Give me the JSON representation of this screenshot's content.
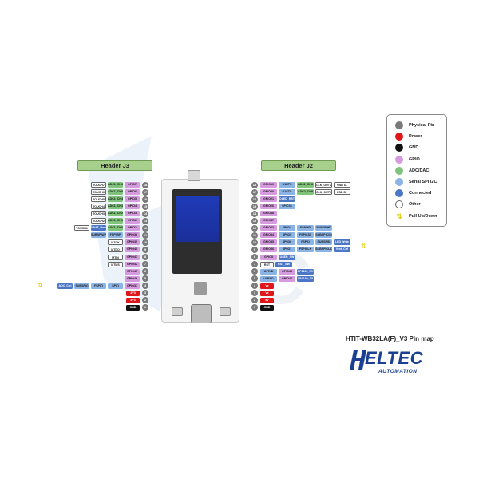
{
  "header_left": "Header J3",
  "header_right": "Header J2",
  "title": "HTIT-WB32LA(F)_V3 Pin map",
  "logo": {
    "main": "ELTEC",
    "sub": "AUTOMATION"
  },
  "colors": {
    "physical": "#7a7a7a",
    "power": "#e0151a",
    "gnd": "#111111",
    "gpio": "#d69ade",
    "adc": "#7fc47a",
    "serial": "#8ab3e6",
    "connected": "#4a76c5",
    "other": "#ffffff",
    "pull": "#f2e54a"
  },
  "legend": [
    {
      "label": "Physical Pin",
      "cls": "pn"
    },
    {
      "label": "Power",
      "cls": "pw"
    },
    {
      "label": "GND",
      "cls": "gd"
    },
    {
      "label": "GPIO",
      "cls": "gp"
    },
    {
      "label": "ADC/DAC",
      "cls": "ad"
    },
    {
      "label": "Serial SPI I2C",
      "cls": "sp"
    },
    {
      "label": "Connected",
      "cls": "cn"
    },
    {
      "label": "Other",
      "cls": "ot"
    },
    {
      "label": "Pull Up/Down",
      "cls": "pu"
    }
  ],
  "left_pins": [
    {
      "pin": "18",
      "cells": [
        [
          "TOUCH7",
          "ot"
        ],
        [
          "ADC1_CH6",
          "ad"
        ],
        [
          "GPIO7",
          "gp"
        ]
      ]
    },
    {
      "pin": "17",
      "cells": [
        [
          "TOUCH6",
          "ot"
        ],
        [
          "ADC1_CH5",
          "ad"
        ],
        [
          "GPIO6",
          "gp"
        ]
      ]
    },
    {
      "pin": "16",
      "cells": [
        [
          "TOUCH5",
          "ot"
        ],
        [
          "ADC1_CH4",
          "ad"
        ],
        [
          "GPIO5",
          "gp"
        ]
      ]
    },
    {
      "pin": "15",
      "cells": [
        [
          "TOUCH4",
          "ot"
        ],
        [
          "ADC1_CH3",
          "ad"
        ],
        [
          "GPIO4",
          "gp"
        ]
      ]
    },
    {
      "pin": "14",
      "cells": [
        [
          "TOUCH3",
          "ot"
        ],
        [
          "ADC1_CH2",
          "ad"
        ],
        [
          "GPIO3",
          "gp"
        ]
      ]
    },
    {
      "pin": "13",
      "cells": [
        [
          "TOUCH2",
          "ot"
        ],
        [
          "ADC1_CH1",
          "ad"
        ],
        [
          "GPIO2",
          "gp"
        ]
      ]
    },
    {
      "pin": "12",
      "cells": [
        [
          "TOUCH1",
          "ot"
        ],
        [
          "VBAT_Read",
          "cn"
        ],
        [
          "ADC1_CH0",
          "ad"
        ],
        [
          "GPIO1",
          "gp"
        ]
      ]
    },
    {
      "pin": "11",
      "cells": [
        [
          "SUBSPIWP",
          "sp"
        ],
        [
          "FSPIWP",
          "sp"
        ],
        [
          "GPIO38",
          "gp"
        ]
      ]
    },
    {
      "pin": "10",
      "cells": [
        [
          "MTCK",
          "ot"
        ],
        [
          "GPIO39",
          "gp"
        ]
      ]
    },
    {
      "pin": "9",
      "cells": [
        [
          "MTDO",
          "ot"
        ],
        [
          "GPIO40",
          "gp"
        ]
      ]
    },
    {
      "pin": "8",
      "cells": [
        [
          "MTDI",
          "ot"
        ],
        [
          "GPIO41",
          "gp"
        ]
      ]
    },
    {
      "pin": "7",
      "cells": [
        [
          "MTMS",
          "ot"
        ],
        [
          "GPIO42",
          "gp"
        ]
      ]
    },
    {
      "pin": "6",
      "cells": [
        [
          "GPIO45",
          "gp"
        ]
      ]
    },
    {
      "pin": "5",
      "cells": [
        [
          "GPIO46",
          "gp"
        ]
      ]
    },
    {
      "pin": "4",
      "cells": [
        [
          "ADC_Ctrl",
          "cn"
        ],
        [
          "SUBSPIQ",
          "sp"
        ],
        [
          "FSPIQ",
          "sp"
        ],
        [
          "SPIQ",
          "sp"
        ],
        [
          "GPIO37",
          "gp"
        ]
      ]
    },
    {
      "pin": "3",
      "cells": [
        [
          "3V3",
          "pw"
        ]
      ]
    },
    {
      "pin": "2",
      "cells": [
        [
          "3V3",
          "pw"
        ]
      ]
    },
    {
      "pin": "1",
      "cells": [
        [
          "GND",
          "gd"
        ]
      ]
    }
  ],
  "right_pins": [
    {
      "pin": "18",
      "cells": [
        [
          "GPIO19",
          "gp"
        ],
        [
          "U1RTS",
          "sp"
        ],
        [
          "ADC2_CH8",
          "ad"
        ],
        [
          "CLK_OUT2",
          "ot"
        ],
        [
          "USB D-",
          "ot"
        ]
      ]
    },
    {
      "pin": "17",
      "cells": [
        [
          "GPIO20",
          "gp"
        ],
        [
          "U1CTS",
          "sp"
        ],
        [
          "ADC2_CH9",
          "ad"
        ],
        [
          "CLK_OUT1",
          "ot"
        ],
        [
          "USB D+",
          "ot"
        ]
      ]
    },
    {
      "pin": "16",
      "cells": [
        [
          "GPIO21",
          "gp"
        ],
        [
          "OLED_RST",
          "cn"
        ]
      ]
    },
    {
      "pin": "15",
      "cells": [
        [
          "GPIO26",
          "gp"
        ],
        [
          "SPICS1",
          "sp"
        ]
      ]
    },
    {
      "pin": "14",
      "cells": [
        [
          "GPIO48",
          "gp"
        ]
      ]
    },
    {
      "pin": "13",
      "cells": [
        [
          "GPIO47",
          "gp"
        ]
      ]
    },
    {
      "pin": "12",
      "cells": [
        [
          "GPIO33",
          "gp"
        ],
        [
          "SPIIO4",
          "sp"
        ],
        [
          "FSPIHD",
          "sp"
        ],
        [
          "SUBSPIHD",
          "sp"
        ]
      ]
    },
    {
      "pin": "11",
      "cells": [
        [
          "GPIO34",
          "gp"
        ],
        [
          "SPIIO5",
          "sp"
        ],
        [
          "FSPICS0",
          "sp"
        ],
        [
          "SUBSPICS0",
          "sp"
        ]
      ]
    },
    {
      "pin": "10",
      "cells": [
        [
          "GPIO35",
          "gp"
        ],
        [
          "SPIIO6",
          "sp"
        ],
        [
          "FSPID",
          "sp"
        ],
        [
          "SUBSPID",
          "sp"
        ],
        [
          "LED Write",
          "cn"
        ]
      ]
    },
    {
      "pin": "9",
      "cells": [
        [
          "GPIO36",
          "gp"
        ],
        [
          "SPIIO7",
          "sp"
        ],
        [
          "FSPICLK",
          "sp"
        ],
        [
          "SUBSPICLK",
          "sp"
        ],
        [
          "Vext_Ctrl",
          "cn"
        ]
      ]
    },
    {
      "pin": "8",
      "cells": [
        [
          "GPIO0",
          "gp"
        ],
        [
          "USER_SW",
          "cn"
        ]
      ]
    },
    {
      "pin": "7",
      "cells": [
        [
          "RST",
          "ot"
        ],
        [
          "RST_SW",
          "cn"
        ]
      ]
    },
    {
      "pin": "6",
      "cells": [
        [
          "U0TXD",
          "sp"
        ],
        [
          "GPIO43",
          "gp"
        ],
        [
          "CP2102_RX",
          "cn"
        ]
      ]
    },
    {
      "pin": "5",
      "cells": [
        [
          "U0RXD",
          "sp"
        ],
        [
          "GPIO44",
          "gp"
        ],
        [
          "CP2102_TX",
          "cn"
        ]
      ]
    },
    {
      "pin": "4",
      "cells": [
        [
          "Ve",
          "pw"
        ]
      ]
    },
    {
      "pin": "3",
      "cells": [
        [
          "Ve",
          "pw"
        ]
      ]
    },
    {
      "pin": "2",
      "cells": [
        [
          "5V",
          "pw"
        ]
      ]
    },
    {
      "pin": "1",
      "cells": [
        [
          "GND",
          "gd"
        ]
      ]
    }
  ]
}
